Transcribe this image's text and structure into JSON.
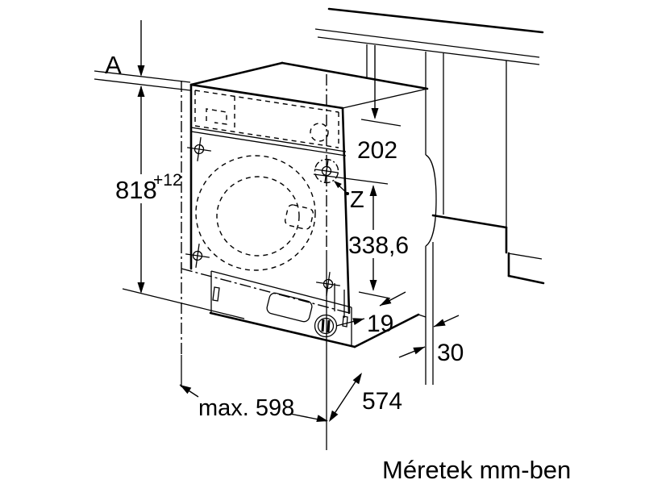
{
  "drawing": {
    "label_a": "A",
    "label_z": "Z",
    "dim_height_value": "818",
    "dim_height_tol": "+12",
    "dim_top_clearance": "202",
    "dim_hinge": "338,6",
    "dim_offset": "19",
    "dim_panel": "30",
    "dim_width": "max. 598",
    "dim_depth": "574",
    "units_note": "Méretek mm-ben"
  },
  "colors": {
    "ink": "#000000",
    "paper": "#ffffff"
  }
}
